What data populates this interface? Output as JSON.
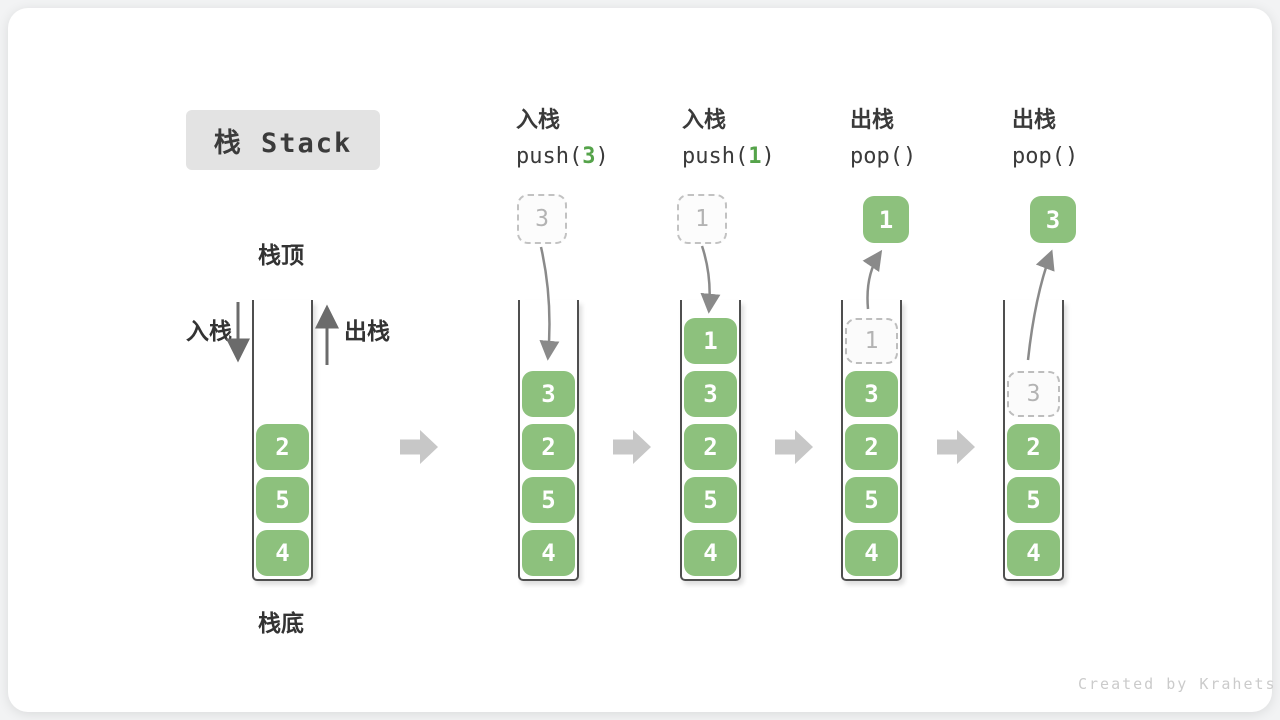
{
  "title": {
    "label": "栈 Stack"
  },
  "axis": {
    "top_label": "栈顶",
    "bottom_label": "栈底",
    "push_label": "入栈",
    "pop_label": "出栈"
  },
  "steps": [
    {
      "cn": "入栈",
      "code_pre": "push(",
      "code_arg": "3",
      "code_post": ")"
    },
    {
      "cn": "入栈",
      "code_pre": "push(",
      "code_arg": "1",
      "code_post": ")"
    },
    {
      "cn": "出栈",
      "code_pre": "pop(",
      "code_arg": "",
      "code_post": ")"
    },
    {
      "cn": "出栈",
      "code_pre": "pop(",
      "code_arg": "",
      "code_post": ")"
    }
  ],
  "stacks": [
    {
      "cells": [
        {
          "value": "2"
        },
        {
          "value": "5"
        },
        {
          "value": "4"
        }
      ]
    },
    {
      "float_value": "3",
      "cells": [
        {
          "value": "3"
        },
        {
          "value": "2"
        },
        {
          "value": "5"
        },
        {
          "value": "4"
        }
      ]
    },
    {
      "float_value": "1",
      "cells": [
        {
          "value": "1"
        },
        {
          "value": "3"
        },
        {
          "value": "2"
        },
        {
          "value": "5"
        },
        {
          "value": "4"
        }
      ]
    },
    {
      "float_value": "1",
      "ghost_value": "1",
      "cells": [
        {
          "value": "3"
        },
        {
          "value": "2"
        },
        {
          "value": "5"
        },
        {
          "value": "4"
        }
      ]
    },
    {
      "float_value": "3",
      "ghost_value": "3",
      "cells": [
        {
          "value": "2"
        },
        {
          "value": "5"
        },
        {
          "value": "4"
        }
      ]
    }
  ],
  "footer": {
    "credit": "Created by Krahets"
  },
  "colors": {
    "cell_green": "#8dc17d",
    "code_green": "#55a34a",
    "flow_arrow_gray": "#8a8a8a",
    "block_arrow_gray": "#c7c7c7",
    "title_box_bg": "#e3e3e3"
  }
}
